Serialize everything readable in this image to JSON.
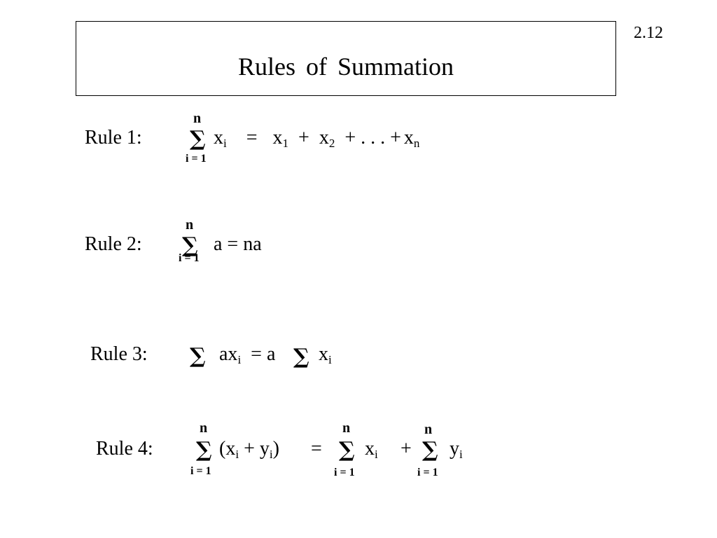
{
  "page": {
    "number": "2.12",
    "title": "Rules  of  Summation"
  },
  "symbols": {
    "sigma": "∑",
    "upper": "n",
    "lower": "i = 1"
  },
  "rule1": {
    "label": "Rule 1:",
    "x": "x",
    "i": "i",
    "equals": "=",
    "one": "1",
    "plus": "+",
    "two": "2",
    "dots": "+ . . . +",
    "n": "n"
  },
  "rule2": {
    "label": "Rule 2:",
    "rhs": "a  = na"
  },
  "rule3": {
    "label": "Rule 3:",
    "ax": "ax",
    "i": "i",
    "eq_a": "= a",
    "x": "x"
  },
  "rule4": {
    "label": "Rule 4:",
    "open": "(x",
    "i": "i",
    "plus_y": " + y",
    "close": ")",
    "equals": "=",
    "x": "x",
    "plus": "+",
    "y": "y"
  }
}
